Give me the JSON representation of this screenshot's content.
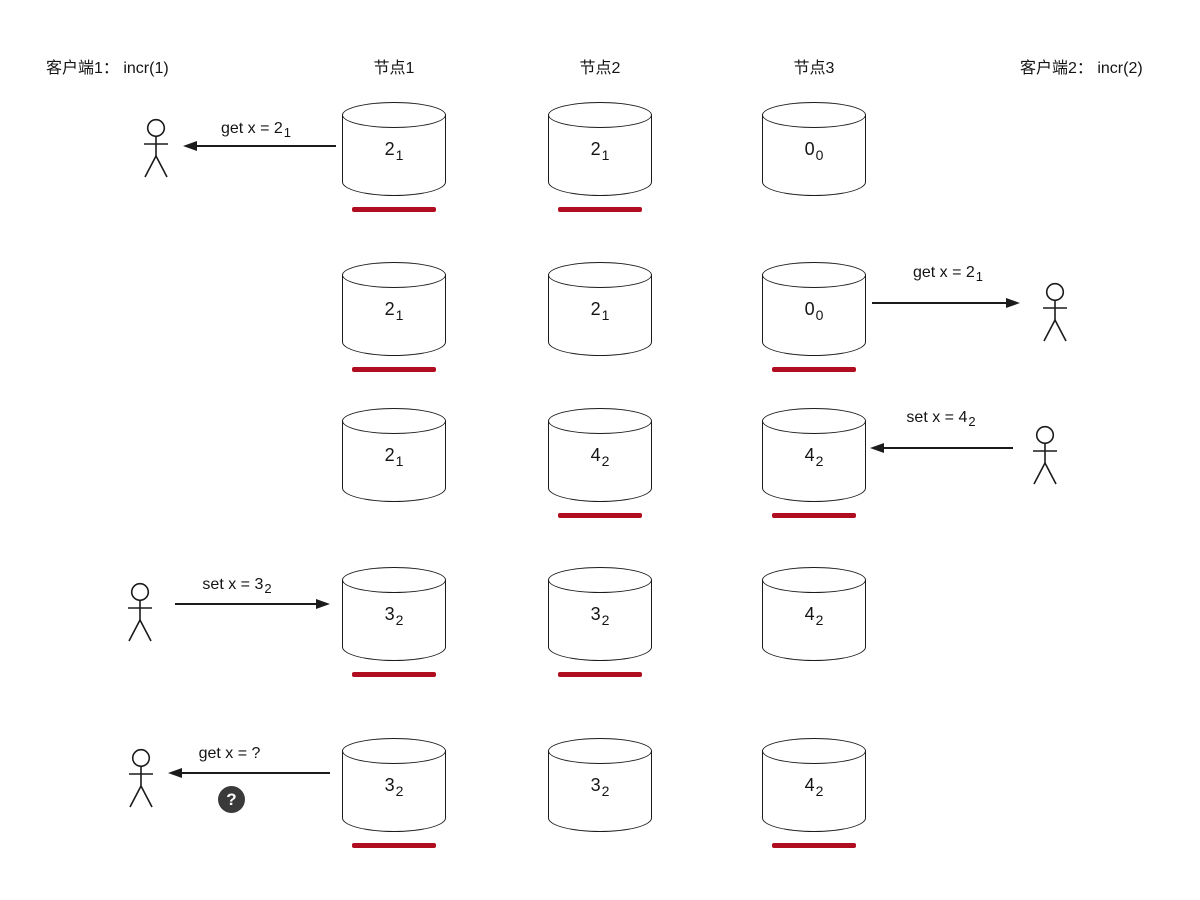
{
  "headers": {
    "client1": "客户端1： incr(1)",
    "node1": "节点1",
    "node2": "节点2",
    "node3": "节点3",
    "client2": "客户端2： incr(2)"
  },
  "badge": "?",
  "colors": {
    "stroke": "#1b1b1b",
    "underline_red": "#b00e20",
    "badge_bg": "#3a3a3a",
    "badge_fg": "#ffffff"
  },
  "rows": [
    {
      "client_side": "left",
      "arrow_direction": "left",
      "label": "get x = 2",
      "label_sub": "1",
      "nodes": [
        {
          "value": "2",
          "sub": "1",
          "underlined": true
        },
        {
          "value": "2",
          "sub": "1",
          "underlined": true
        },
        {
          "value": "0",
          "sub": "0",
          "underlined": false
        }
      ]
    },
    {
      "client_side": "right",
      "arrow_direction": "right",
      "label": "get x = 2",
      "label_sub": "1",
      "nodes": [
        {
          "value": "2",
          "sub": "1",
          "underlined": true
        },
        {
          "value": "2",
          "sub": "1",
          "underlined": false
        },
        {
          "value": "0",
          "sub": "0",
          "underlined": true
        }
      ]
    },
    {
      "client_side": "right",
      "arrow_direction": "left",
      "label": "set x = 4",
      "label_sub": "2",
      "nodes": [
        {
          "value": "2",
          "sub": "1",
          "underlined": false
        },
        {
          "value": "4",
          "sub": "2",
          "underlined": true
        },
        {
          "value": "4",
          "sub": "2",
          "underlined": true
        }
      ]
    },
    {
      "client_side": "left",
      "arrow_direction": "right",
      "label": "set x = 3",
      "label_sub": "2",
      "nodes": [
        {
          "value": "3",
          "sub": "2",
          "underlined": true
        },
        {
          "value": "3",
          "sub": "2",
          "underlined": true
        },
        {
          "value": "4",
          "sub": "2",
          "underlined": false
        }
      ]
    },
    {
      "client_side": "left",
      "arrow_direction": "left",
      "label": "get x = ?",
      "label_sub": "",
      "nodes": [
        {
          "value": "3",
          "sub": "2",
          "underlined": true
        },
        {
          "value": "3",
          "sub": "2",
          "underlined": false
        },
        {
          "value": "4",
          "sub": "2",
          "underlined": true
        }
      ]
    }
  ]
}
